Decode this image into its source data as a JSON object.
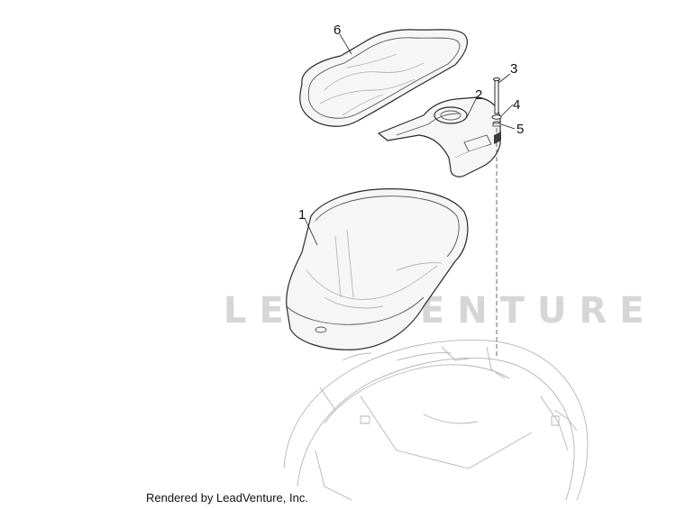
{
  "diagram": {
    "callouts": [
      {
        "id": "1",
        "label": "1"
      },
      {
        "id": "2",
        "label": "2"
      },
      {
        "id": "3",
        "label": "3"
      },
      {
        "id": "4",
        "label": "4"
      },
      {
        "id": "5",
        "label": "5"
      },
      {
        "id": "6",
        "label": "6"
      }
    ],
    "watermark": "LEADVENTURE",
    "credit": "Rendered by LeadVenture, Inc."
  }
}
